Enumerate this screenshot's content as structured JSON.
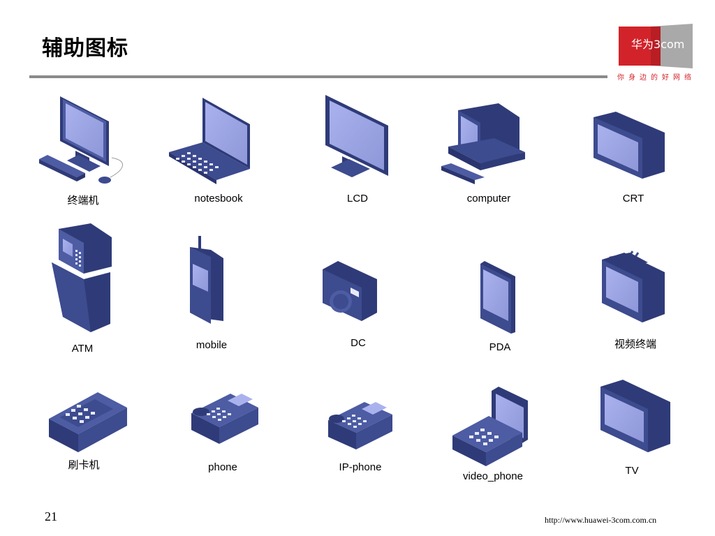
{
  "title": "辅助图标",
  "logo": {
    "brand_cn": "华为",
    "brand_3com": "3com",
    "slogan": "你身边的好网络"
  },
  "icons": {
    "terminal": "终端机",
    "notebook": "notesbook",
    "lcd": "LCD",
    "computer": "computer",
    "crt": "CRT",
    "atm": "ATM",
    "mobile": "mobile",
    "dc": "DC",
    "pda": "PDA",
    "video_terminal": "视频终端",
    "card_reader": "刷卡机",
    "phone": "phone",
    "ip_phone": "IP-phone",
    "video_phone": "video_phone",
    "tv": "TV"
  },
  "footer": {
    "page_number": "21",
    "url": "http://www.huawei-3com.com.cn"
  },
  "colors": {
    "icon_dark": "#2f3b78",
    "icon_mid": "#3d4b8f",
    "icon_light": "#4d5ca3",
    "screen": "#9aa3e3",
    "rule": "#8a8a8a",
    "logo_red": "#d2232a"
  }
}
